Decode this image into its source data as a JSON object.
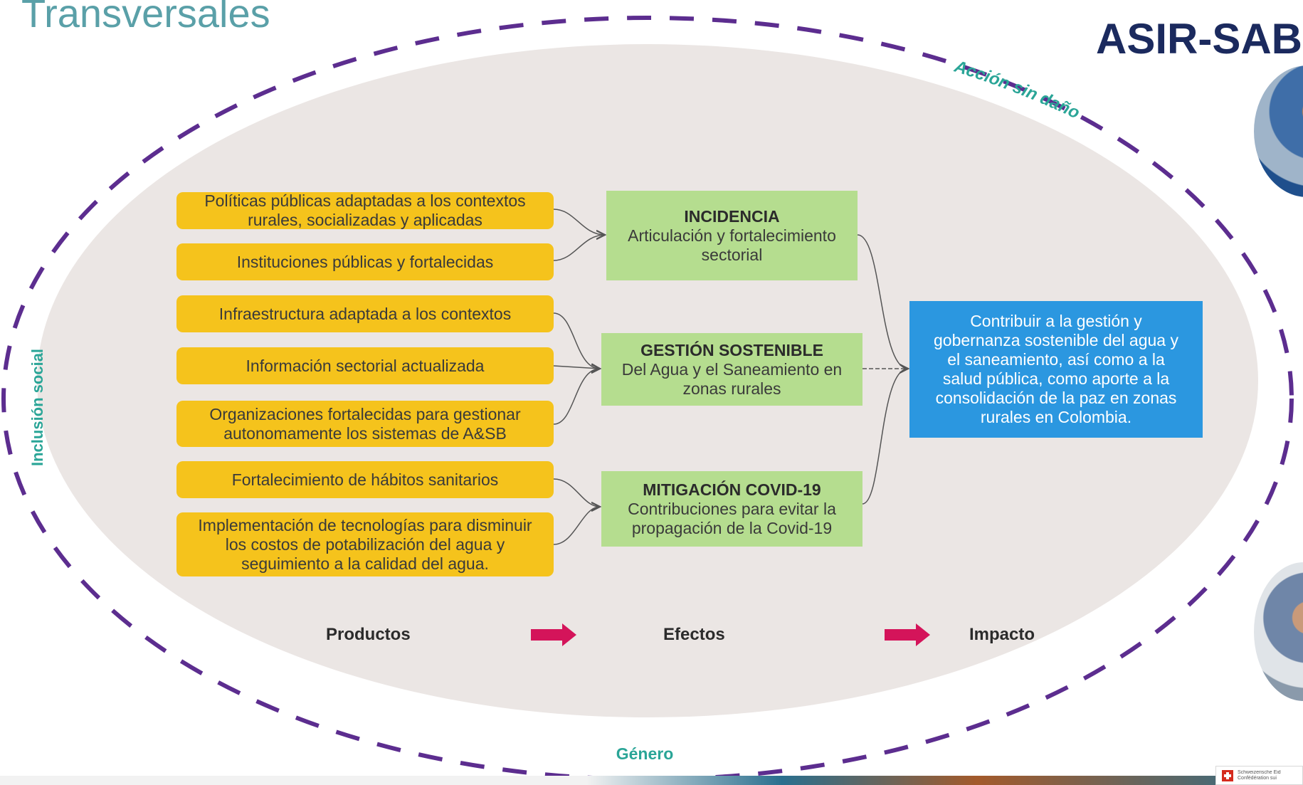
{
  "header": {
    "title": "Transversales",
    "brand": "ASIR-SAB"
  },
  "frame_labels": {
    "top": "Acción sin daño",
    "left": "Inclusión social",
    "bottom": "Género"
  },
  "products": [
    {
      "line1": "Políticas públicas adaptadas a los contextos",
      "line2": "rurales, socializadas y aplicadas"
    },
    {
      "line1": "Instituciones públicas y fortalecidas",
      "line2": ""
    },
    {
      "line1": "Infraestructura adaptada a los contextos",
      "line2": ""
    },
    {
      "line1": "Información sectorial actualizada",
      "line2": ""
    },
    {
      "line1": "Organizaciones fortalecidas para gestionar",
      "line2": "autonomamente los sistemas de A&SB"
    },
    {
      "line1": "Fortalecimiento de hábitos sanitarios",
      "line2": ""
    },
    {
      "line1": "Implementación de tecnologías para disminuir",
      "line2": "los costos de potabilización del agua y",
      "line3": "seguimiento a la calidad del agua."
    }
  ],
  "effects": [
    {
      "title": "INCIDENCIA",
      "line1": "Articulación y fortalecimiento",
      "line2": "sectorial"
    },
    {
      "title": "GESTIÓN SOSTENIBLE",
      "line1": "Del Agua y el Saneamiento en",
      "line2": "zonas rurales"
    },
    {
      "title": "MITIGACIÓN COVID-19",
      "line1": "Contribuciones para evitar la",
      "line2": "propagación de la Covid-19"
    }
  ],
  "impact": {
    "line1": "Contribuir a la gestión y",
    "line2": "gobernanza sostenible del agua y",
    "line3": "el saneamiento, así como a la",
    "line4": "salud pública, como aporte a la",
    "line5": "consolidación de la paz en zonas",
    "line6": "rurales en Colombia."
  },
  "stages": {
    "products": "Productos",
    "effects": "Efectos",
    "impact": "Impacto"
  },
  "footer": {
    "swiss_line1": "Schweizerische Eid",
    "swiss_line2": "Confédération sui"
  },
  "colors": {
    "product_box": "#f5c31c",
    "effect_box": "#b5dd8f",
    "impact_box": "#2b97e0",
    "dashed_frame": "#5c2d8f",
    "frame_label": "#2aa597",
    "stage_arrow": "#d4145a",
    "ellipse_fill": "#ebe6e4",
    "title": "#5aa0a8",
    "brand": "#1b2a5e"
  }
}
